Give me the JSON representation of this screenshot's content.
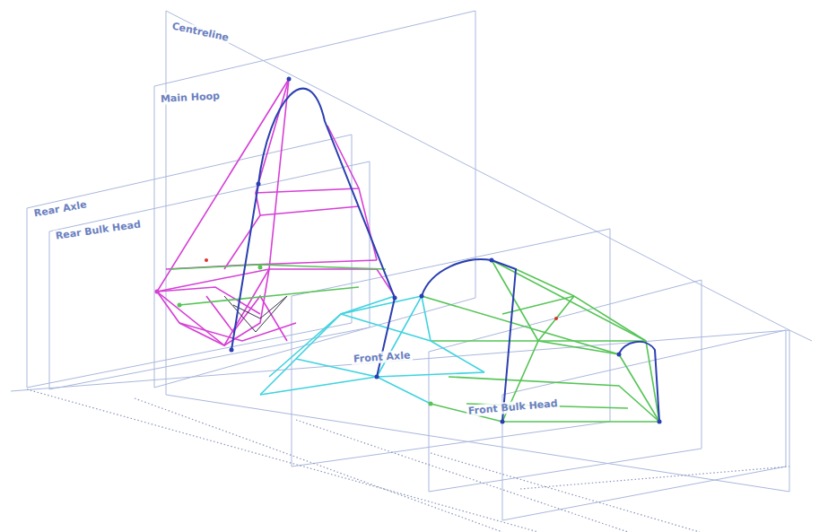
{
  "diagram": {
    "labels": [
      "Centreline",
      "Main Hoop",
      "Rear Axle",
      "Rear Bulk Head",
      "Front Axle",
      "Front Bulk Head"
    ]
  }
}
